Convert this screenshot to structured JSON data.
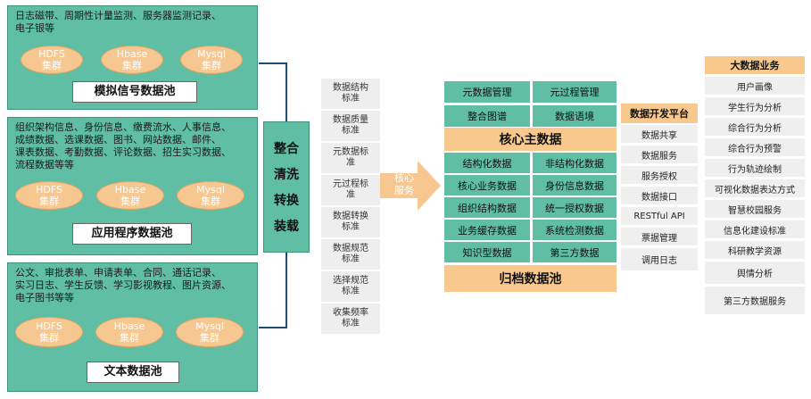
{
  "pools": [
    {
      "lines": [
        "日志磁带、周期性计量监测、服务器监测记录、",
        "电子银等"
      ],
      "clusters": [
        [
          "HDFS",
          "集群"
        ],
        [
          "Hbase",
          "集群"
        ],
        [
          "Mysql",
          "集群"
        ]
      ],
      "title": "模拟信号数据池"
    },
    {
      "lines": [
        "组织架构信息、身份信息、缴费流水、人事信息、",
        "成绩数据、选课数据、图书、网站数据、邮件、",
        "课表数据、考勤数据、评论数据、招生实习数据、",
        "流程数据等等"
      ],
      "clusters": [
        [
          "HDFS",
          "集群"
        ],
        [
          "Hbase",
          "集群"
        ],
        [
          "Mysql",
          "集群"
        ]
      ],
      "title": "应用程序数据池"
    },
    {
      "lines": [
        "公文、审批表单、申请表单、合同、通话记录、",
        "实习日志、学生反馈、学习影视教程、图片资源、",
        "电子图书等等"
      ],
      "clusters": [
        [
          "HDFS",
          "集群"
        ],
        [
          "Hbase",
          "集群"
        ],
        [
          "Mysql",
          "集群"
        ]
      ],
      "title": "文本数据池"
    }
  ],
  "process": [
    "整合",
    "清洗",
    "转换",
    "装载"
  ],
  "standards": [
    [
      "数据结构",
      "标准"
    ],
    [
      "数据质量",
      "标准"
    ],
    [
      "元数据标",
      "准"
    ],
    [
      "元过程标",
      "准"
    ],
    [
      "数据转换",
      "标准"
    ],
    [
      "数据规范",
      "标准"
    ],
    [
      "选择规范",
      "标准"
    ],
    [
      "收集频率",
      "标准"
    ]
  ],
  "arrow": [
    "核心",
    "服务"
  ],
  "core": {
    "top": [
      "元数据管理",
      "元过程管理",
      "整合图谱",
      "数据语境"
    ],
    "title": "核心主数据",
    "grid": [
      "结构化数据",
      "非结构化数据",
      "核心业务数据",
      "身份信息数据",
      "组织结构数据",
      "统一授权数据",
      "业务缓存数据",
      "系统检测数据",
      "知识型数据",
      "第三方数据"
    ],
    "archive": "归档数据池"
  },
  "platform": {
    "title": "数据开发平台",
    "items": [
      "数据共享",
      "数据服务",
      "服务授权",
      "数据接口",
      "RESTful API",
      "票据管理",
      "调用日志"
    ]
  },
  "business": {
    "title": "大数据业务",
    "items": [
      "用户画像",
      "学生行为分析",
      "综合行为分析",
      "综合行为预警",
      "行为轨迹绘制",
      "可视化数据表达方式",
      "智慧校园服务",
      "信息化建设标准",
      "科研教学资源",
      "舆情分析",
      "第三方数据服务"
    ]
  }
}
